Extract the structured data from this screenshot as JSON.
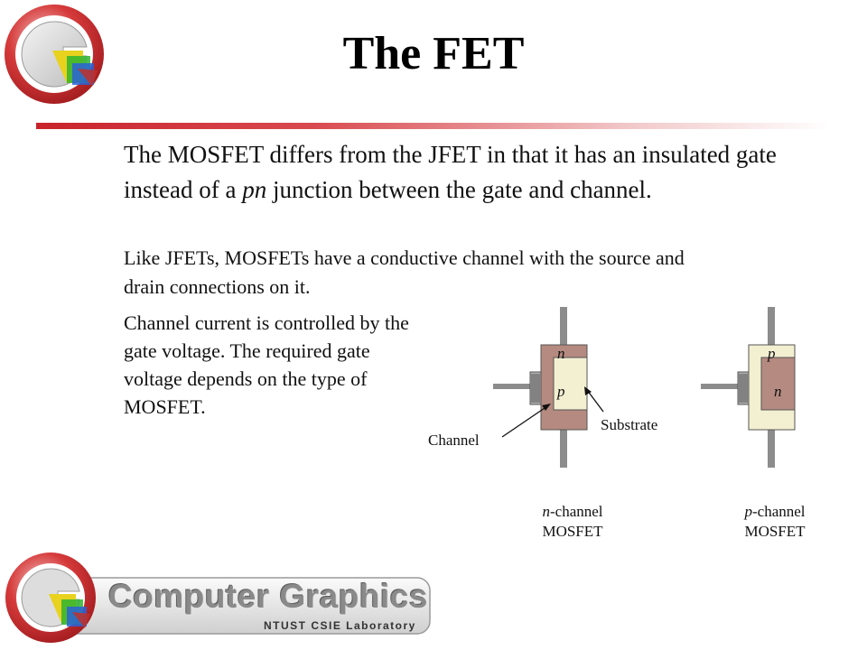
{
  "slide": {
    "title": "The FET"
  },
  "body": {
    "para1_a": "The MOSFET differs from the JFET in that it has an insulated gate instead of a ",
    "para1_em": "pn",
    "para1_b": " junction between the gate and channel.",
    "para2": "Like JFETs, MOSFETs have a conductive channel with the source and drain connections on it.",
    "para3": "Channel current is controlled by the gate voltage. The required gate voltage depends on the type of MOSFET."
  },
  "diagram": {
    "n_device": {
      "top_region": "n",
      "inner_region": "p",
      "caption_em": "n",
      "caption_line1": "-channel",
      "caption_line2": "MOSFET"
    },
    "p_device": {
      "top_region": "p",
      "inner_region": "n",
      "caption_em": "p",
      "caption_line1": "-channel",
      "caption_line2": "MOSFET"
    },
    "label_channel": "Channel",
    "label_substrate": "Substrate",
    "colors": {
      "n_material": "#b58a80",
      "p_material": "#f3f0d2",
      "lead": "#8c8c8c",
      "gate_stripe": "#b0b0b0"
    }
  },
  "footer": {
    "brand": "Computer Graphics",
    "lab": "NTUST CSIE Laboratory"
  },
  "logo": {
    "ring_color": "#d63a3a",
    "accent_colors": [
      "#2a62d8",
      "#2fb52f",
      "#e8d21e",
      "#c0302a"
    ]
  }
}
